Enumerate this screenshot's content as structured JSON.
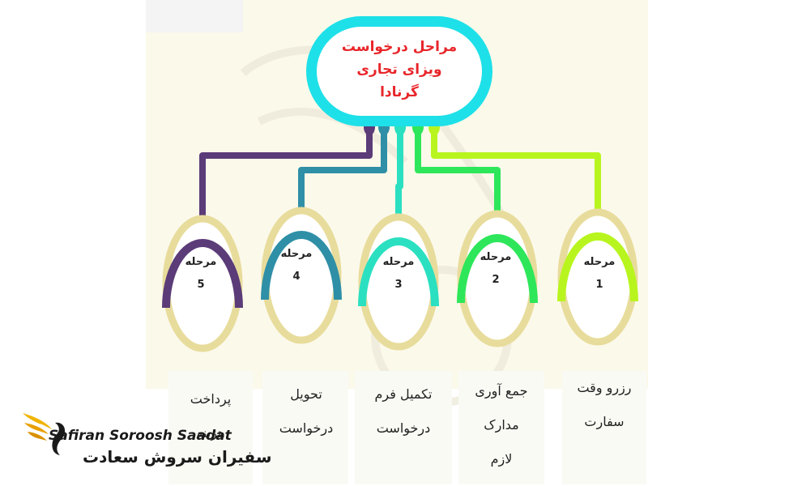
{
  "title": {
    "lines": [
      "مراحل درخواست",
      "ویزای تجاری",
      "گرنادا"
    ]
  },
  "stages": [
    {
      "label": "مرحله",
      "number": "5",
      "color": "#5b3b78",
      "step_lines": [
        "پرداخت",
        "هزینه"
      ]
    },
    {
      "label": "مرحله",
      "number": "4",
      "color": "#2f8fa6",
      "step_lines": [
        "تحویل",
        "درخواست"
      ]
    },
    {
      "label": "مرحله",
      "number": "3",
      "color": "#2ae0c0",
      "step_lines": [
        "تکمیل فرم",
        "درخواست"
      ]
    },
    {
      "label": "مرحله",
      "number": "2",
      "color": "#2ee65a",
      "step_lines": [
        "جمع آوری",
        "مدارک",
        "لازم"
      ]
    },
    {
      "label": "مرحله",
      "number": "1",
      "color": "#b8f51e",
      "step_lines": [
        "رزرو وقت",
        "سفارت"
      ]
    }
  ],
  "colors": {
    "title_border": "#1ee0e8",
    "title_text": "#e8262a",
    "oval_bottom": "#e8dc9c"
  },
  "logo": {
    "en": "Safiran Soroosh Saadat",
    "fa": "سفیران سروش سعادت",
    "icon": "bird-logo-icon"
  }
}
